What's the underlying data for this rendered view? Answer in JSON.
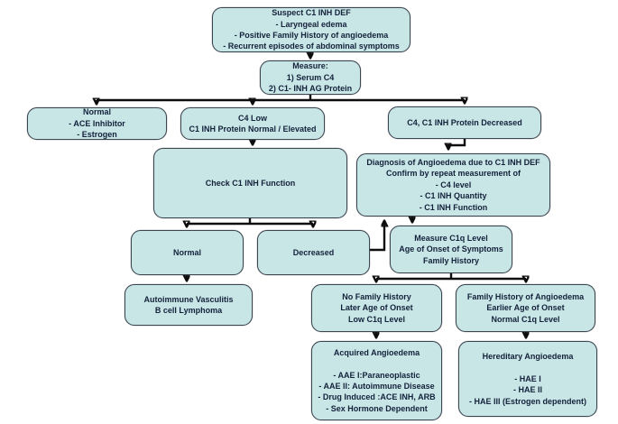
{
  "flowchart": {
    "description": "Diagnostic algorithm flowchart for C1 INH deficiency angioedema",
    "nodes": {
      "suspect": "Suspect C1 INH DEF\n- Laryngeal edema\n- Positive Family History of angioedema\n- Recurrent episodes of abdominal symptoms",
      "measure": "Measure:\n1) Serum C4\n2) C1- INH AG Protein",
      "normal_top": "Normal\n- ACE Inhibitor\n- Estrogen",
      "c4_low": "C4 Low\nC1 INH Protein Normal / Elevated",
      "c4_decreased": "C4, C1 INH Protein Decreased",
      "check_function": "Check C1 INH Function",
      "diagnosis": "Diagnosis of Angioedema due to C1 INH DEF\nConfirm by repeat measurement of\n- C4 level\n- C1 INH Quantity\n- C1 INH Function",
      "function_normal": "Normal",
      "function_decreased": "Decreased",
      "measure_c1q": "Measure C1q Level\nAge of Onset of Symptoms\nFamily History",
      "autoimmune": "Autoimmune Vasculitis\nB cell Lymphoma",
      "no_family_history": "No Family History\nLater Age of Onset\nLow C1q Level",
      "family_history": "Family History of Angioedema\nEarlier Age of Onset\nNormal C1q Level",
      "acquired": "Acquired Angioedema\n\n- AAE I:Paraneoplastic\n- AAE II: Autoimmune Disease\n- Drug Induced :ACE INH, ARB\n- Sex Hormone Dependent",
      "hereditary": "Hereditary Angioedema\n\n- HAE I\n- HAE II\n- HAE III (Estrogen dependent)"
    },
    "colors": {
      "node_fill": "#c9e6e7",
      "node_border": "#3c4650",
      "text": "#13213a",
      "arrow": "#0d0d0d",
      "background": "#ffffff"
    }
  }
}
